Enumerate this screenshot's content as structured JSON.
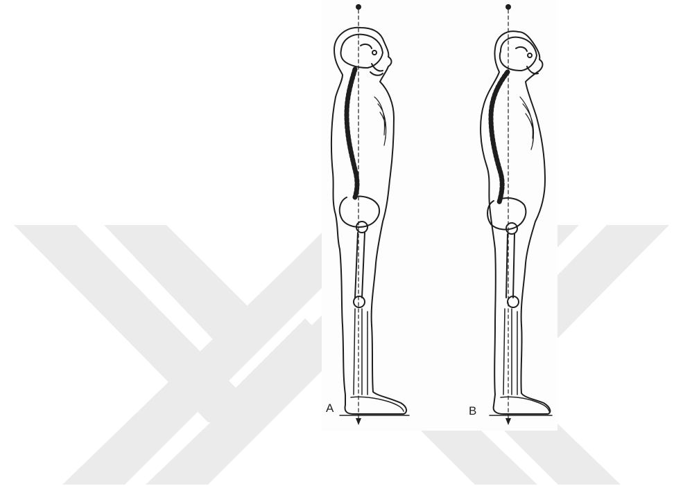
{
  "figures": [
    {
      "label": "A",
      "description_key": "normal-posture"
    },
    {
      "label": "B",
      "description_key": "kyphotic-posture"
    }
  ],
  "colors": {
    "watermark": "#ebebeb",
    "ink": "#1e1e1e",
    "plate": "#fdfdfd"
  },
  "icons": [
    "watermark-chevron-icon",
    "plumb-line-icon",
    "skeleton-figure-icon"
  ]
}
